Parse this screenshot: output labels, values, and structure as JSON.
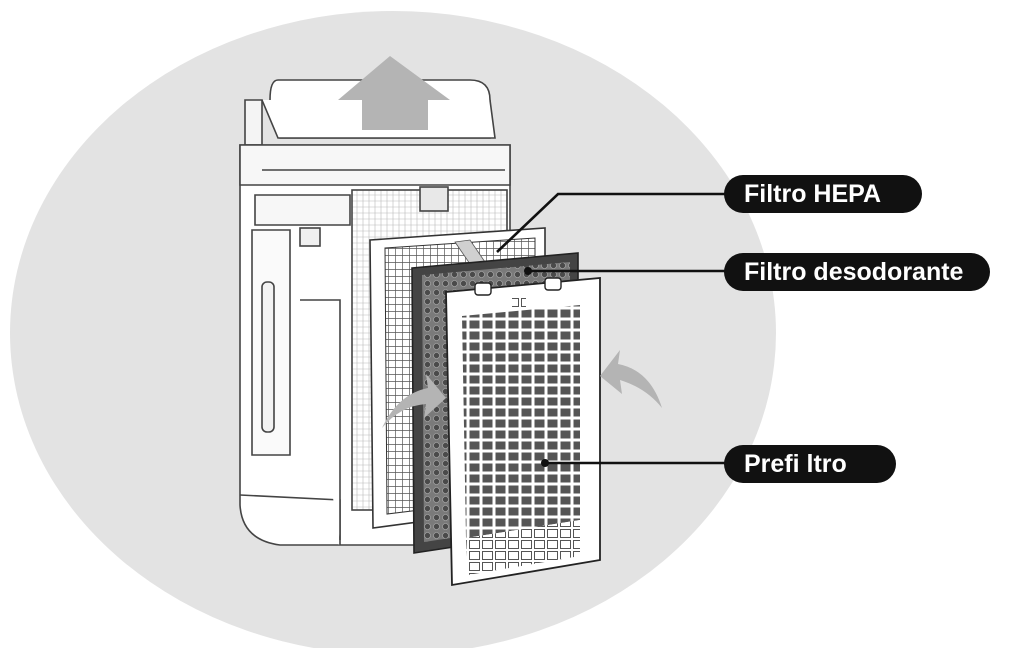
{
  "labels": {
    "hepa": "Filtro HEPA",
    "deodorizer": "Filtro desodorante",
    "prefilter": "Prefi ltro"
  },
  "colors": {
    "background_disc": "#e3e3e3",
    "label_bg": "#111111",
    "label_text": "#ffffff",
    "line_art": "#222222",
    "arrow_fill": "#b4b4b4"
  }
}
